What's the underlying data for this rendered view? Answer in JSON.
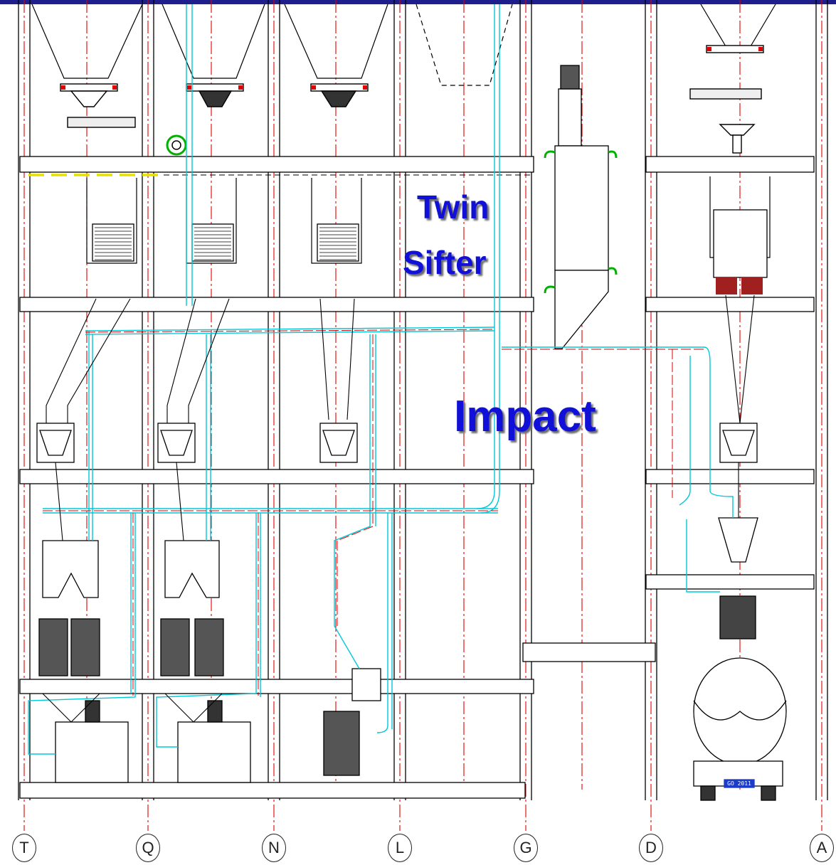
{
  "labels": {
    "twin": "Twin",
    "sifter": "Sifter",
    "impact": "Impact"
  },
  "axes": [
    "T",
    "Q",
    "N",
    "L",
    "G",
    "D",
    "A"
  ],
  "plate_text": "GO 2011",
  "colors": {
    "structure": "#000000",
    "centerline": "#e00000",
    "pneumatic": "#00c8d8",
    "label_blue": "#1010d8",
    "highlight": "#e8e000",
    "green": "#00b000",
    "top_bar": "#1e1e8c"
  }
}
